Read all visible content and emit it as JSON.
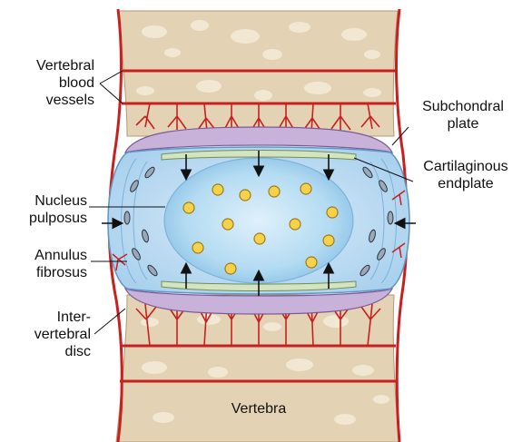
{
  "labels": {
    "vertebral_blood_vessels": "Vertebral\nblood\nvessels",
    "subchondral_plate": "Subchondral\nplate",
    "cartilaginous_endplate": "Cartilaginous\nendplate",
    "nucleus_pulposus": "Nucleus\npulposus",
    "annulus_fibrosus": "Annulus\nfibrosus",
    "intervertebral_disc": "Inter-\nvertebral\ndisc",
    "vertebra": "Vertebra"
  },
  "colors": {
    "bone": "#e3d2b3",
    "bone_pore": "#f3ead6",
    "vessel": "#c8201f",
    "nucleus": "#aad6f0",
    "annulus": "#cfe6f6",
    "subchondral": "#c9b2d9",
    "endplate": "#d4e4c0",
    "cell": "#f6d24a"
  }
}
